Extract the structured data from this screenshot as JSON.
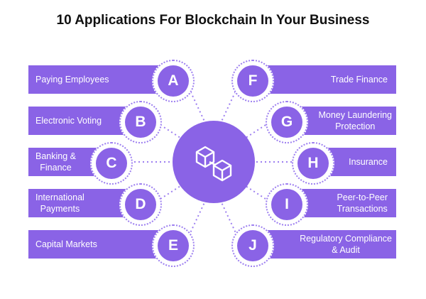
{
  "title": "10 Applications For Blockchain In Your Business",
  "icon": "blockchain-cubes-icon",
  "colors": {
    "accent": "#8a63e6",
    "dot": "#9d7ff0",
    "text": "#111111"
  },
  "left_items": [
    {
      "letter": "A",
      "label": "Paying Employees"
    },
    {
      "letter": "B",
      "label": "Electronic Voting"
    },
    {
      "letter": "C",
      "label": "Banking &\nFinance"
    },
    {
      "letter": "D",
      "label": "International\nPayments"
    },
    {
      "letter": "E",
      "label": "Capital Markets"
    }
  ],
  "right_items": [
    {
      "letter": "F",
      "label": "Trade Finance"
    },
    {
      "letter": "G",
      "label": "Money Laundering\nProtection"
    },
    {
      "letter": "H",
      "label": "Insurance"
    },
    {
      "letter": "I",
      "label": "Peer-to-Peer\nTransactions"
    },
    {
      "letter": "J",
      "label": "Regulatory Compliance\n& Audit"
    }
  ]
}
